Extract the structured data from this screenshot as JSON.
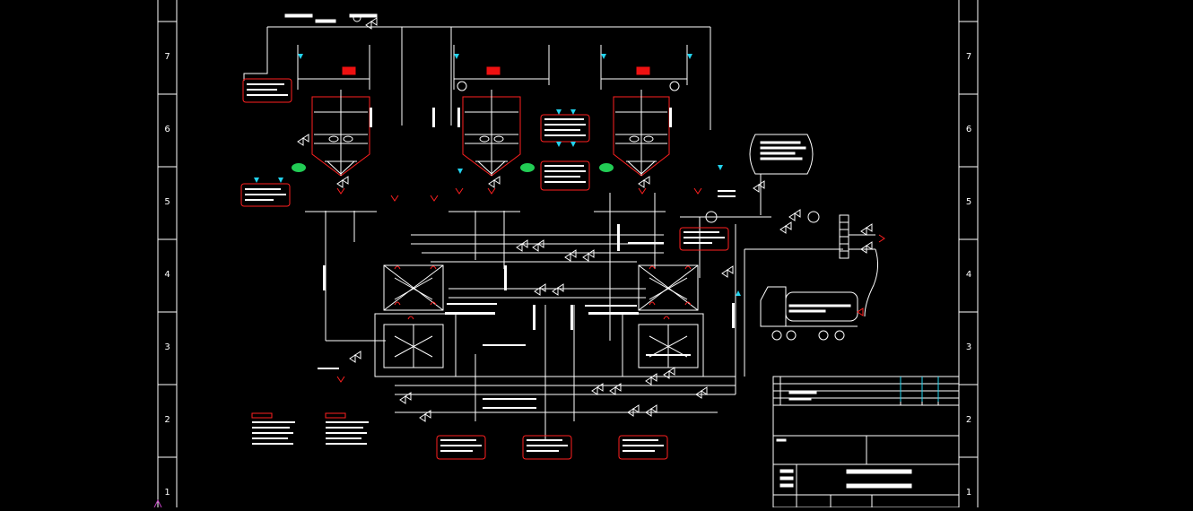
{
  "viewport": {
    "bg": "#000000"
  },
  "colors": {
    "line": "#ffffff",
    "accent": "#ff1a1a",
    "cyan": "#22d3ee",
    "green": "#22cc55"
  },
  "border": {
    "row_labels": [
      "7",
      "6",
      "5",
      "4",
      "3",
      "2",
      "1"
    ]
  },
  "equipment": {
    "tanks": [
      "tank-1",
      "tank-2",
      "tank-3"
    ],
    "horizontal_tank": "storage-tank",
    "truck": "tanker-truck"
  }
}
